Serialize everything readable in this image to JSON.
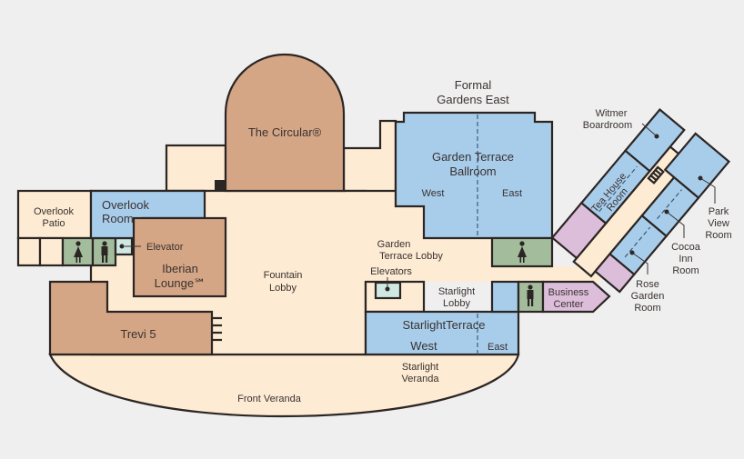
{
  "map": {
    "title": "Floor plan",
    "colors": {
      "background": "#efefef",
      "common_area": "#fdebd3",
      "lounge": "#d4a686",
      "meeting_room": "#a8cdeb",
      "restroom": "#a3bd9c",
      "business": "#dcbedb",
      "elevator": "#cfe8e2",
      "wall": "#2b2523"
    },
    "labels": {
      "formal_gardens": [
        "Formal",
        "Gardens East"
      ],
      "circular": "The Circular®",
      "ballroom": [
        "Garden Terrace",
        "Ballroom"
      ],
      "ballroom_west": "West",
      "ballroom_east": "East",
      "overlook_patio": [
        "Overlook",
        "Patio"
      ],
      "overlook_room": [
        "Overlook",
        "Room"
      ],
      "elevator": "Elevator",
      "iberian": [
        "Iberian",
        "Lounge℠"
      ],
      "fountain_lobby": [
        "Fountain",
        "Lobby"
      ],
      "trevi": "Trevi 5",
      "garden_terrace_lobby": [
        "Garden",
        "Terrace Lobby"
      ],
      "elevators": "Elevators",
      "starlight_lobby": [
        "Starlight",
        "Lobby"
      ],
      "starlight_terrace": "StarlightTerrace",
      "starlight_west": "West",
      "starlight_east": "East",
      "starlight_veranda": [
        "Starlight",
        "Veranda"
      ],
      "front_veranda": "Front Veranda",
      "witmer": [
        "Witmer",
        "Boardroom"
      ],
      "tea_house": [
        "Tea House",
        "Room"
      ],
      "park_view": [
        "Park",
        "View",
        "Room"
      ],
      "cocoa_inn": [
        "Cocoa",
        "Inn",
        "Room"
      ],
      "rose_garden": [
        "Rose",
        "Garden",
        "Room"
      ],
      "business_center": [
        "Business",
        "Center"
      ]
    },
    "icons": [
      "womens-restroom-icon",
      "mens-restroom-icon",
      "elevator-icon",
      "stairs-icon"
    ]
  }
}
